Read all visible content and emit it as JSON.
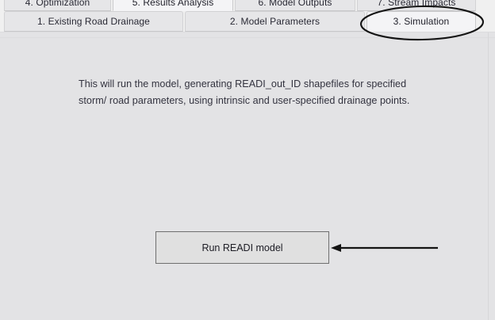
{
  "window": {
    "background_color": "#e3e3e5",
    "panel_color": "#f0f0f0"
  },
  "tabs": {
    "top_row": [
      {
        "label": "4. Optimization",
        "selected": false
      },
      {
        "label": "5. Results Analysis",
        "selected": true
      },
      {
        "label": "6. Model Outputs",
        "selected": false
      },
      {
        "label": "7. Stream Impacts",
        "selected": false
      }
    ],
    "bottom_row": [
      {
        "label": "1. Existing Road Drainage",
        "selected": false
      },
      {
        "label": "2. Model Parameters",
        "selected": false
      },
      {
        "label": "3. Simulation",
        "selected": true
      }
    ]
  },
  "main": {
    "description": "This will run the model, generating READI_out_ID shapefiles for specified storm/ road parameters, using intrinsic and user-specified drainage points.",
    "run_button_label": "Run READI model"
  },
  "annotations": {
    "ellipse_target": "3. Simulation",
    "arrow_target": "Run READI model",
    "ink_color": "#111111"
  }
}
